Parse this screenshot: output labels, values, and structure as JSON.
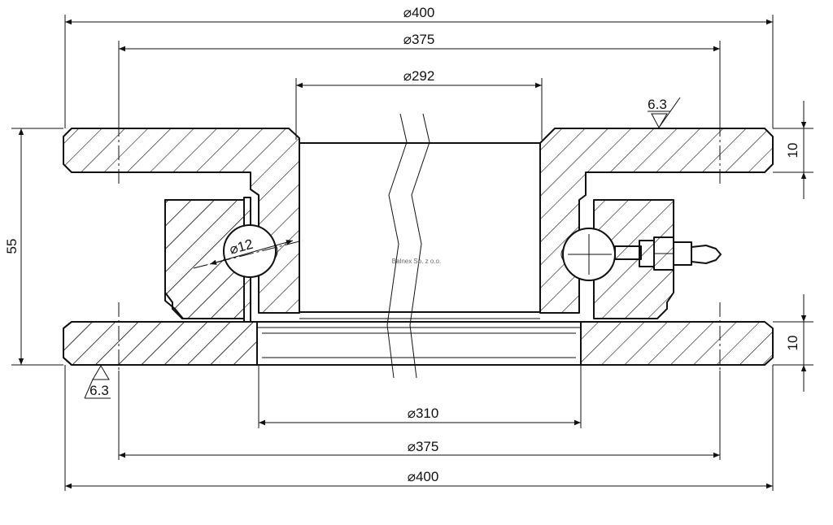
{
  "dimensions": {
    "outer_diameter_top": "400",
    "bolt_circle_top": "375",
    "inner_bore": "292",
    "lower_bore": "310",
    "bolt_circle_bottom": "375",
    "outer_diameter_bottom": "400",
    "overall_height": "55",
    "top_flange_thickness": "10",
    "bottom_flange_thickness": "10",
    "ball_diameter": "12"
  },
  "surface_finish": {
    "top": "6.3",
    "bottom": "6.3"
  },
  "symbols": {
    "diameter": "⌀"
  },
  "watermark": "Balnex Sp. z o.o."
}
